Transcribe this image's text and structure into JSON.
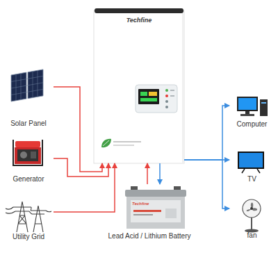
{
  "diagram": {
    "nodes": [
      {
        "text": [
          "Techfine"
        ]
      },
      {
        "text": [
          "Solar Panel"
        ]
      },
      {
        "text": [
          "Generator"
        ]
      },
      {
        "text": [
          "Utility Grid"
        ]
      },
      {
        "text": [
          "Techfine",
          "Lead Acid / Lithium Battery"
        ]
      },
      {
        "text": [
          "Computer"
        ]
      },
      {
        "text": [
          "TV"
        ]
      },
      {
        "text": [
          "fan"
        ]
      }
    ],
    "edges": [
      {
        "from": 1,
        "to": 0,
        "arrow": "to"
      },
      {
        "from": 2,
        "to": 0,
        "arrow": "to"
      },
      {
        "from": 3,
        "to": 0,
        "arrow": "to"
      },
      {
        "from": 4,
        "to": 0,
        "arrow": "to"
      },
      {
        "from": 0,
        "to": 4,
        "arrow": "to"
      },
      {
        "from": 0,
        "to": 5,
        "arrow": "to"
      },
      {
        "from": 0,
        "to": 6,
        "arrow": "to"
      },
      {
        "from": 0,
        "to": 7,
        "arrow": "to"
      }
    ]
  }
}
